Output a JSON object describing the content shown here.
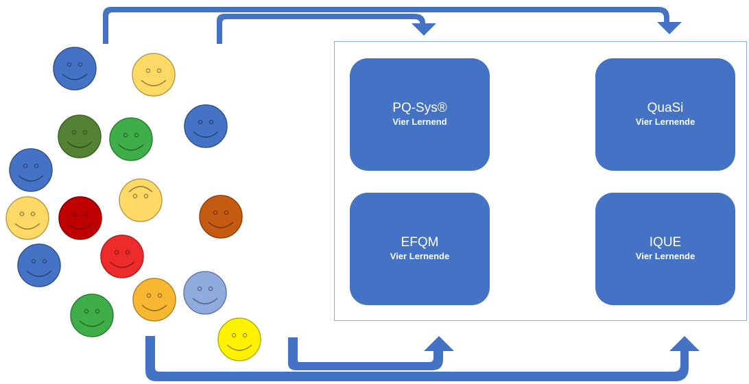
{
  "colors": {
    "box": "#4472c4",
    "arrow": "#4472c4",
    "panel_border": "#8faadc"
  },
  "boxes": [
    {
      "title": "PQ-Sys®",
      "subtitle": "Vier Lernend"
    },
    {
      "title": "QuaSi",
      "subtitle": "Vier Lernende"
    },
    {
      "title": "EFQM",
      "subtitle": "Vier Lernende"
    },
    {
      "title": "IQUE",
      "subtitle": "Vier Lernende"
    }
  ],
  "smileys": [
    {
      "color": "#4472c4",
      "mood": "smile"
    },
    {
      "color": "#ffd966",
      "mood": "smile"
    },
    {
      "color": "#548235",
      "mood": "smile"
    },
    {
      "color": "#3fae49",
      "mood": "smile"
    },
    {
      "color": "#4472c4",
      "mood": "smile"
    },
    {
      "color": "#4472c4",
      "mood": "smile"
    },
    {
      "color": "#ffd966",
      "mood": "frown"
    },
    {
      "color": "#ffd966",
      "mood": "smile"
    },
    {
      "color": "#c00000",
      "mood": "smile"
    },
    {
      "color": "#c55a11",
      "mood": "smile"
    },
    {
      "color": "#ee2b2b",
      "mood": "smile"
    },
    {
      "color": "#4472c4",
      "mood": "smile"
    },
    {
      "color": "#f7b731",
      "mood": "smile"
    },
    {
      "color": "#8faadc",
      "mood": "smile"
    },
    {
      "color": "#3fae49",
      "mood": "smile"
    },
    {
      "color": "#fff200",
      "mood": "smile"
    }
  ]
}
